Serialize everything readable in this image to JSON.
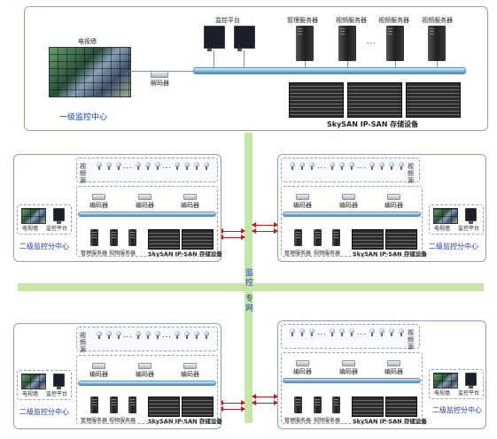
{
  "top_center": {
    "title": "一级监控中心",
    "tv_wall_label": "电视墙",
    "decoder_label": "解码器",
    "monitor_platform_label": "监控平台",
    "mgmt_server_label": "管理服务器",
    "video_server_label_1": "视频服务器",
    "video_server_label_2": "视频服务器",
    "video_server_label_3": "视频服务器",
    "dots": "...",
    "storage_label": "SkySAN IP-SAN 存储设备"
  },
  "backbone": {
    "label_chars": [
      "监",
      "控",
      "专",
      "网"
    ]
  },
  "branch": {
    "title": "二级监控分中心",
    "video_source_label": "视频源",
    "encoder_label": "编码器",
    "mgmt_server_label": "管理服务器",
    "video_server_label": "视频服务器",
    "storage_label": "SkySAN IP-SAN 存储设备",
    "tv_wall_label": "电视墙",
    "monitor_platform_label": "监控平台",
    "dots": "..."
  },
  "colors": {
    "backbone_green": "#c6e5a8",
    "link_red": "#c01919",
    "title_blue": "#1a3aa8",
    "bus_blue": "#7db1d8"
  }
}
